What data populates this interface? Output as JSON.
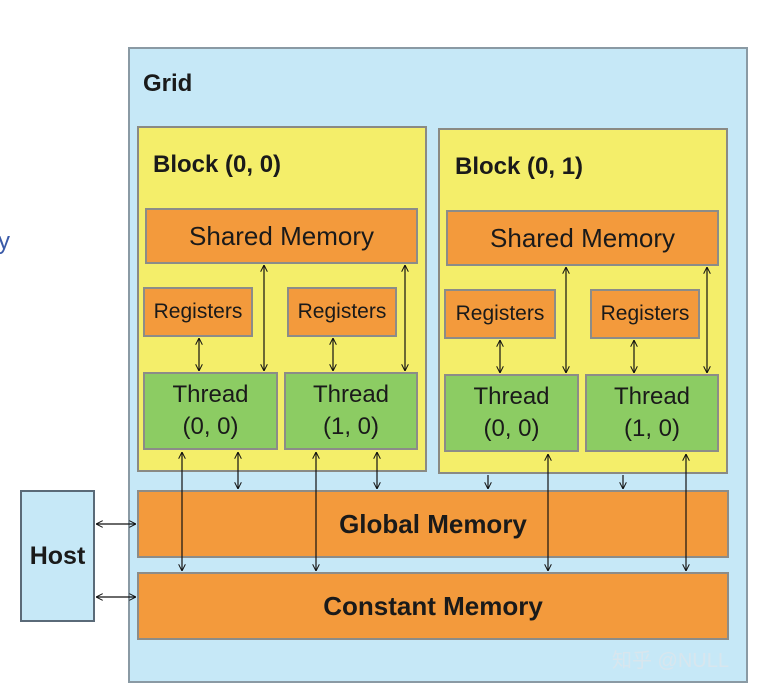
{
  "grid": {
    "label": "Grid"
  },
  "blocks": [
    {
      "label": "Block (0, 0)",
      "shared_memory": "Shared Memory",
      "registers": [
        "Registers",
        "Registers"
      ],
      "threads": [
        {
          "line1": "Thread",
          "line2": "(0, 0)"
        },
        {
          "line1": "Thread",
          "line2": "(1, 0)"
        }
      ]
    },
    {
      "label": "Block (0, 1)",
      "shared_memory": "Shared Memory",
      "registers": [
        "Registers",
        "Registers"
      ],
      "threads": [
        {
          "line1": "Thread",
          "line2": "(0, 0)"
        },
        {
          "line1": "Thread",
          "line2": "(1, 0)"
        }
      ]
    }
  ],
  "global_memory": "Global Memory",
  "constant_memory": "Constant Memory",
  "host": "Host",
  "watermark": "知乎 @NULL",
  "left_edge_glyph": "y",
  "colors": {
    "grid_bg": "#c6e8f7",
    "block_bg": "#f4ee6a",
    "memory_orange": "#f39a3c",
    "thread_green": "#8ccc63"
  }
}
